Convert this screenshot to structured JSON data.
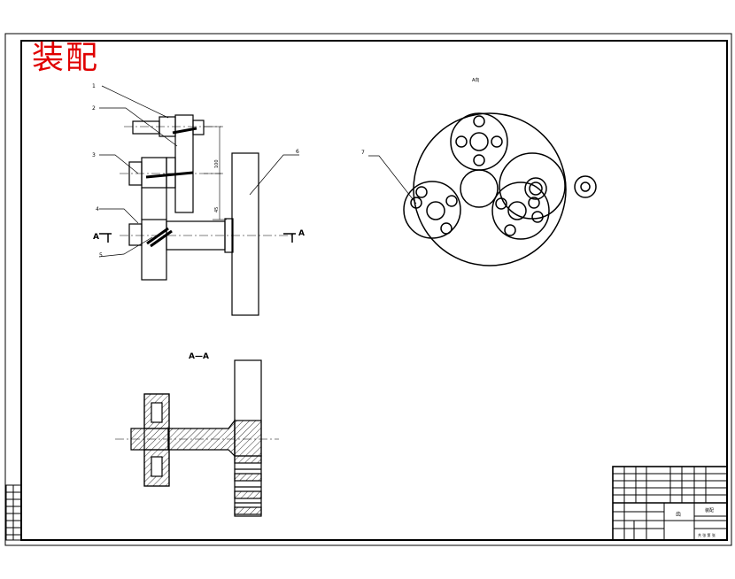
{
  "drawing": {
    "title": "装配",
    "title_color": "#e00000",
    "line_color": "#000000",
    "background": "#ffffff"
  },
  "labels": {
    "section_left": "A",
    "section_right": "A",
    "section_view_title": "A—A",
    "top_view_caption": "A向",
    "part_numbers": [
      "1",
      "2",
      "3",
      "4",
      "5",
      "6",
      "7"
    ],
    "dim_upper": "100",
    "dim_lower": "45"
  },
  "title_block": {
    "name_cell": "齿",
    "drawing_no": "装配",
    "scale_text": "共 张 第 张"
  }
}
